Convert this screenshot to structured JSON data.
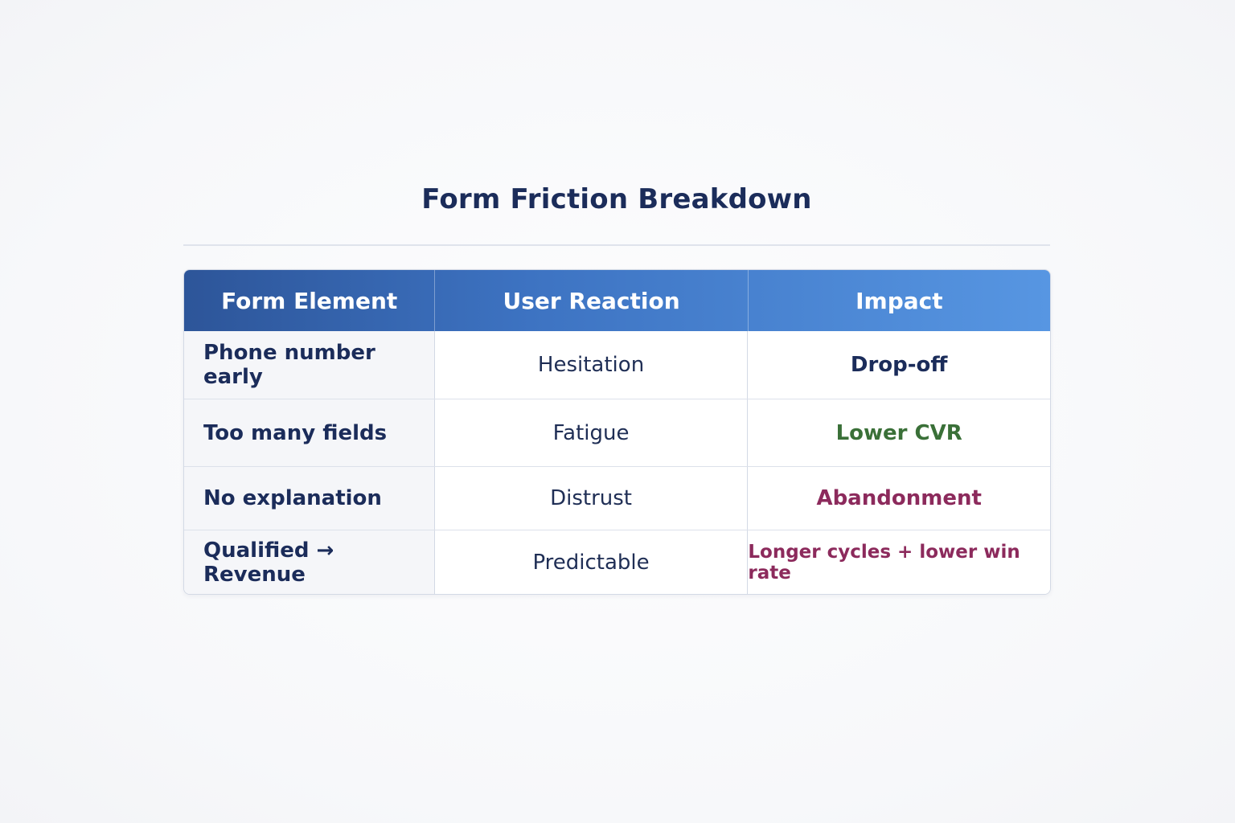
{
  "title": "Form Friction Breakdown",
  "table": {
    "headers": [
      "Form Element",
      "User Reaction",
      "Impact"
    ],
    "rows": [
      {
        "element": "Phone number early",
        "reaction": "Hesitation",
        "impact": "Drop-off",
        "impact_color": "#1b2c5a"
      },
      {
        "element": "Too many fields",
        "reaction": "Fatigue",
        "impact": "Lower CVR",
        "impact_color": "#3a7038"
      },
      {
        "element": "No explanation",
        "reaction": "Distrust",
        "impact": "Abandonment",
        "impact_color": "#8c2a5c"
      },
      {
        "element": "Qualified → Revenue",
        "reaction": "Predictable",
        "impact": "Longer cycles + lower win rate",
        "impact_color": "#8c2a5c"
      }
    ]
  },
  "colors": {
    "header_gradient_start": "#2d5599",
    "header_gradient_end": "#5796e2",
    "text_primary": "#1b2c5a"
  }
}
